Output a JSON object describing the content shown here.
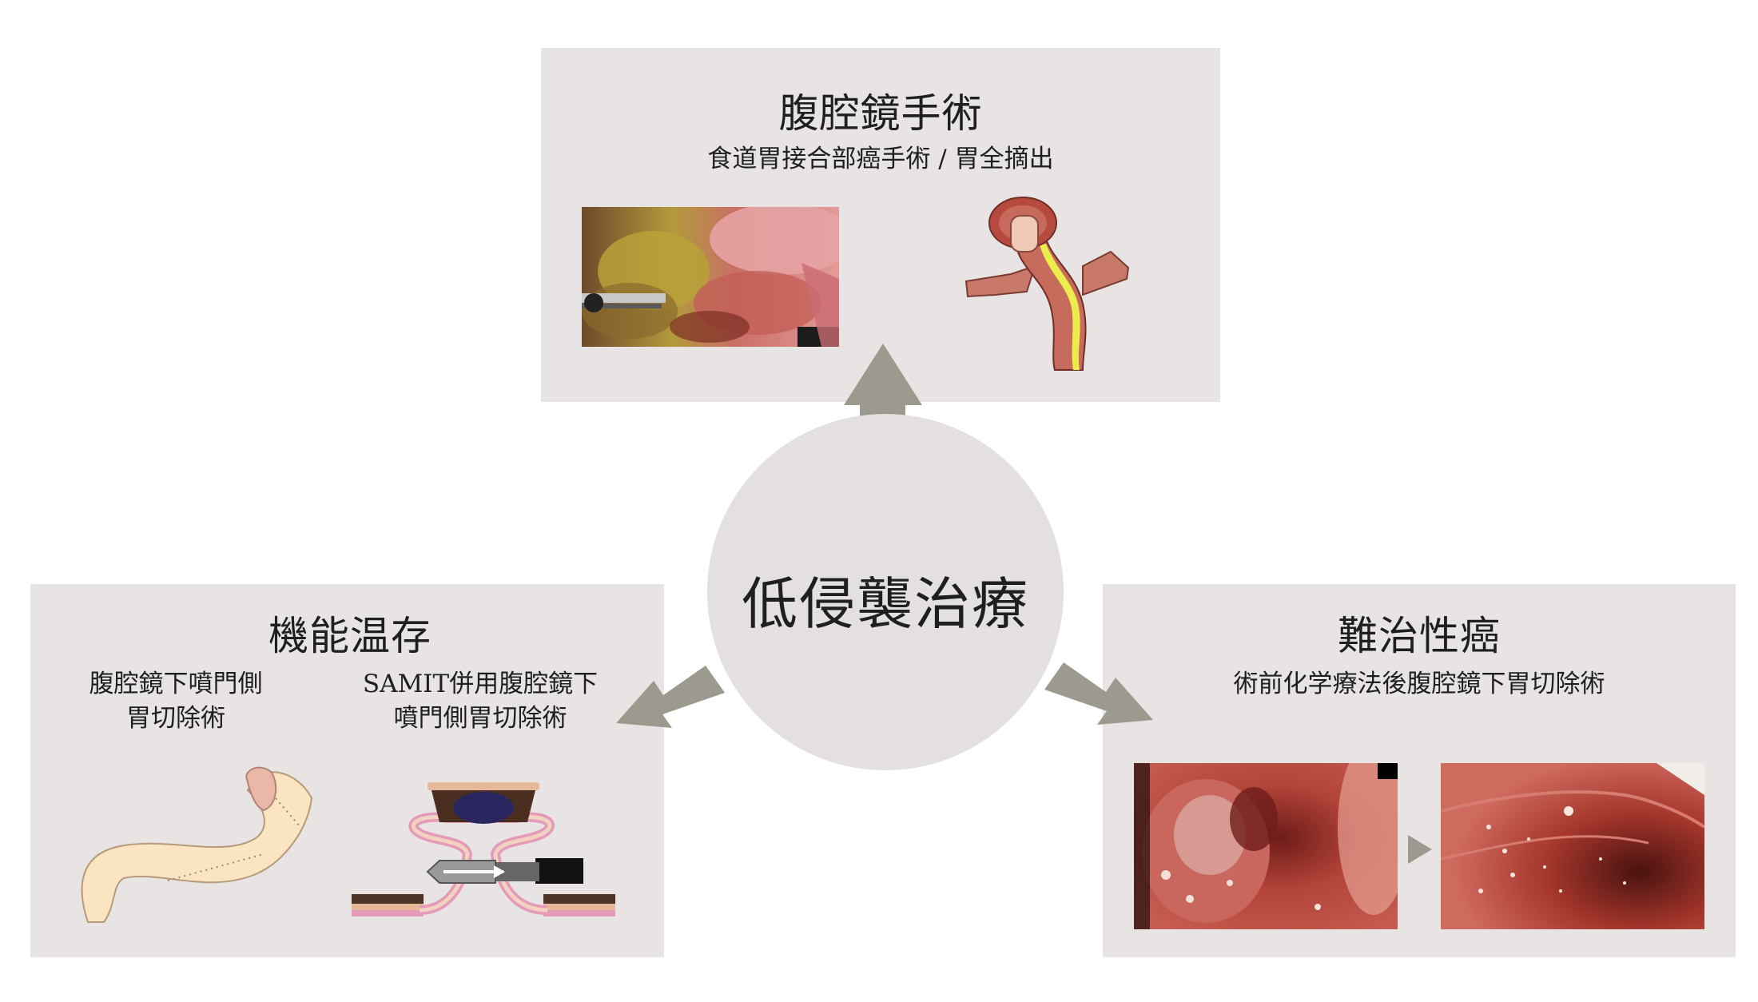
{
  "center": {
    "title": "低侵襲治療"
  },
  "top_panel": {
    "title": "腹腔鏡手術",
    "subtitle": "食道胃接合部癌手術 / 胃全摘出"
  },
  "left_panel": {
    "title": "機能温存",
    "item1_line1": "腹腔鏡下噴門側",
    "item1_line2": "胃切除術",
    "item2_line1": "SAMIT併用腹腔鏡下",
    "item2_line2": "噴門側胃切除術"
  },
  "right_panel": {
    "title": "難治性癌",
    "subtitle": "術前化学療法後腹腔鏡下胃切除術"
  },
  "colors": {
    "panel_bg": "#e7e4e3",
    "hub_bg": "#e3e0df",
    "arrow": "#9c9a8e",
    "text": "#1f1f1f"
  }
}
